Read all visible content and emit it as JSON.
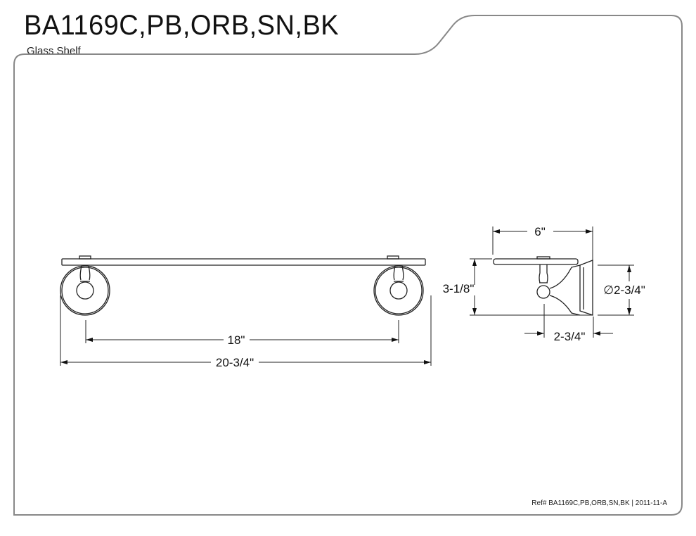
{
  "header": {
    "title": "BA1169C,PB,ORB,SN,BK",
    "subtitle": "Glass Shelf"
  },
  "front_view": {
    "inner_width": "18\"",
    "overall_width": "20-3/4\""
  },
  "side_view": {
    "depth": "6\"",
    "height": "3-1/8\"",
    "flange_diameter": "∅2-3/4\"",
    "projection": "2-3/4\""
  },
  "footer": {
    "ref": "Ref# BA1169C,PB,ORB,SN,BK | 2011-11-A"
  }
}
